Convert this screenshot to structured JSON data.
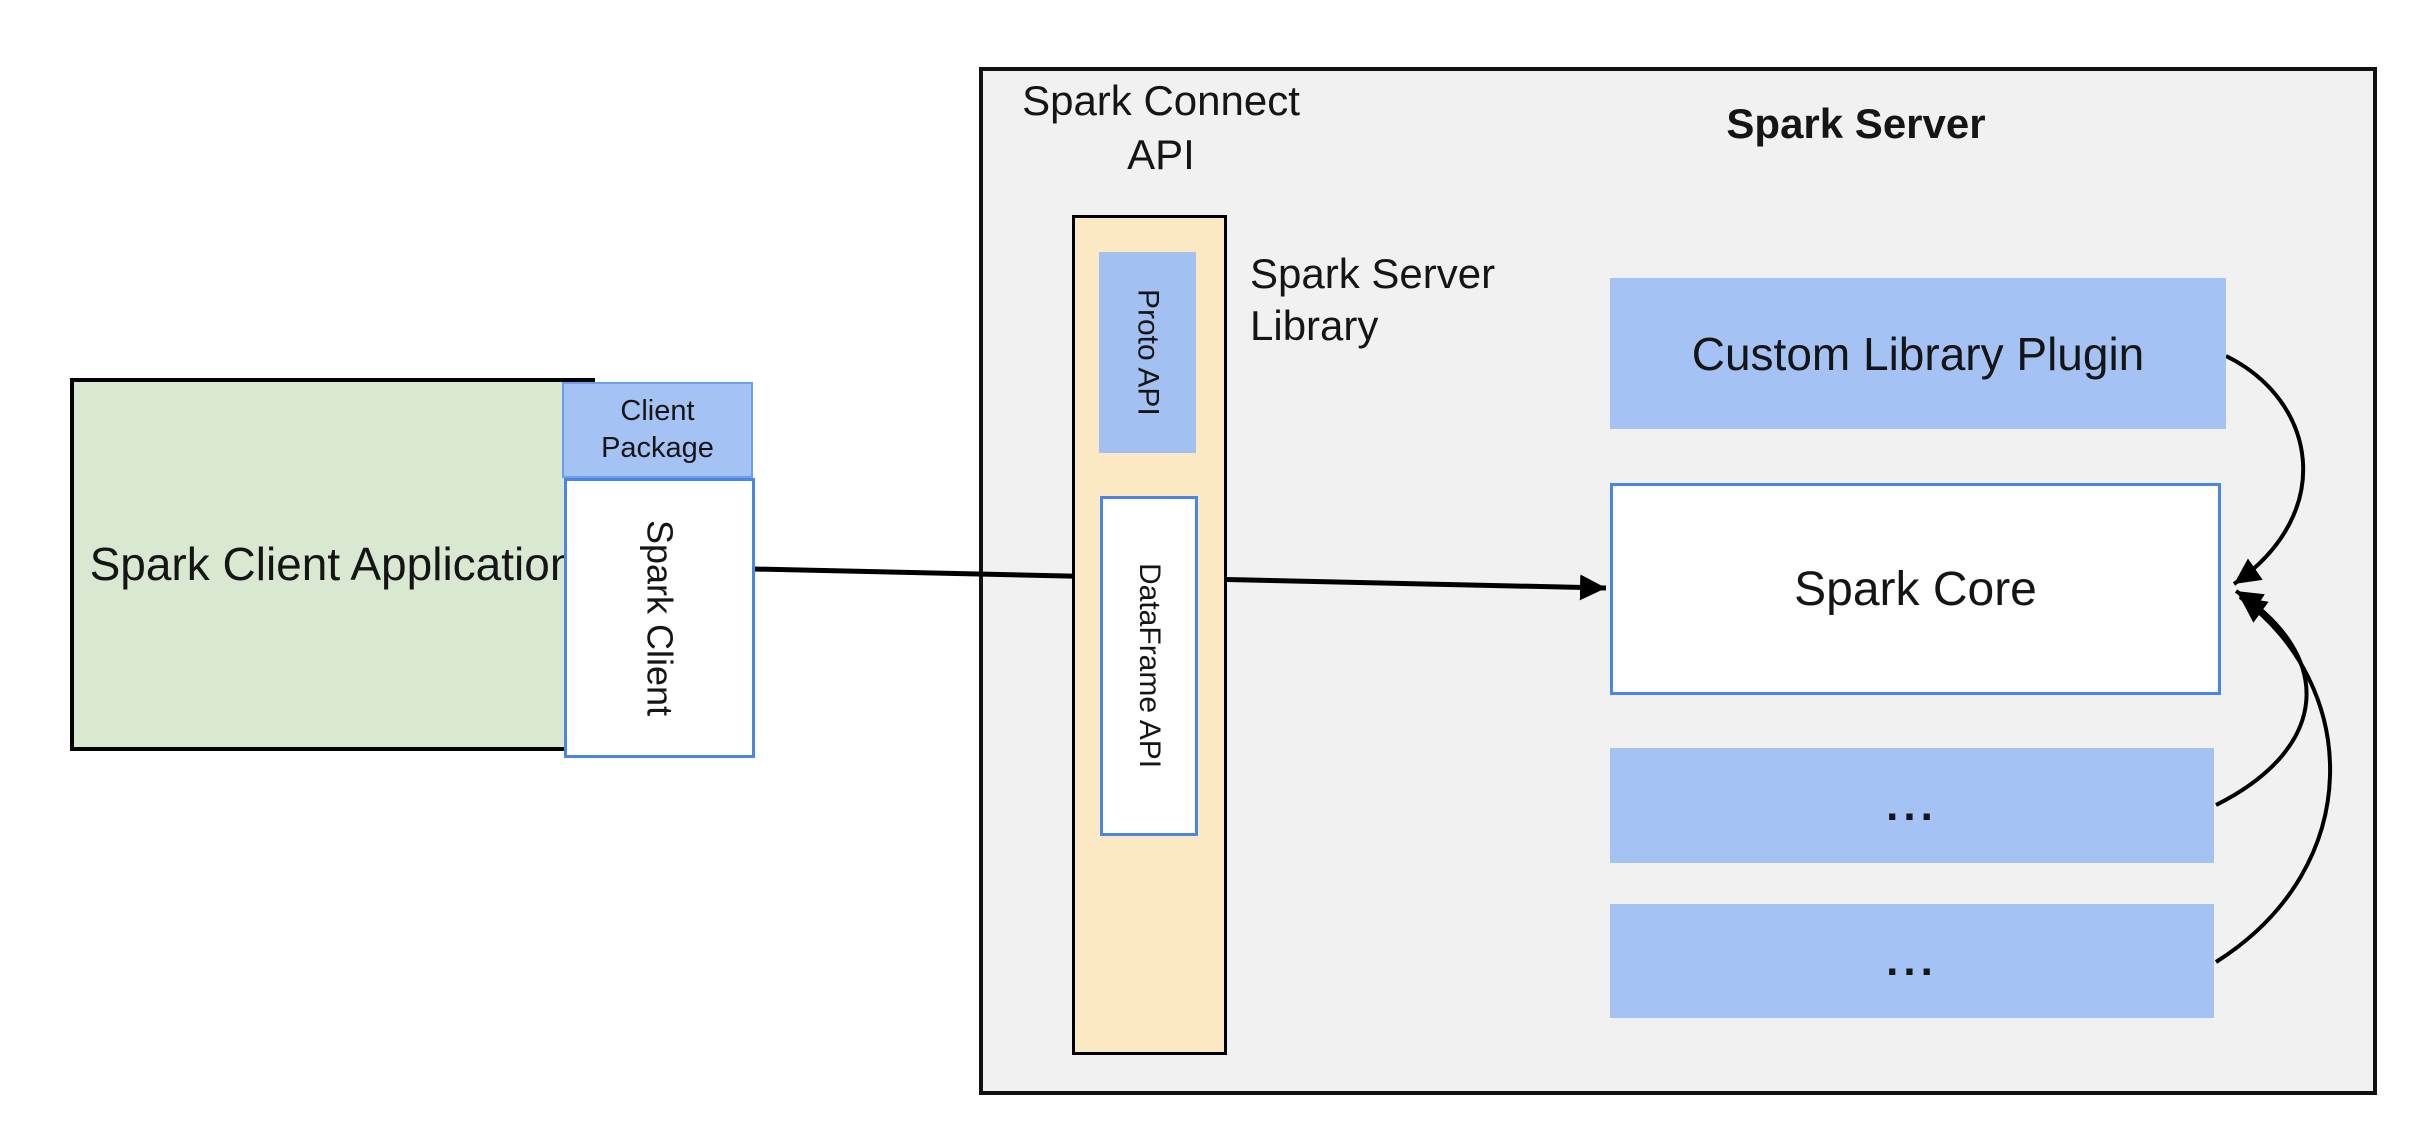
{
  "diagram": {
    "client": {
      "app_label": "Spark Client Application",
      "package_label": "Client Package",
      "client_label": "Spark Client"
    },
    "connect": {
      "api_label": "Spark Connect API",
      "proto_label": "Proto API",
      "dataframe_label": "DataFrame API",
      "server_library_label": "Spark Server Library"
    },
    "server": {
      "title": "Spark Server",
      "plugin_label": "Custom Library Plugin",
      "core_label": "Spark Core",
      "slot1_label": "...",
      "slot2_label": "..."
    }
  },
  "colors": {
    "client_app_fill": "#d9e8d1",
    "blue_fill": "#a4c2f4",
    "yellow_fill": "#fbe9c3",
    "outer_box_fill": "#f1f1f2",
    "blue_border": "#4a86e8",
    "outline_black": "#111111"
  }
}
